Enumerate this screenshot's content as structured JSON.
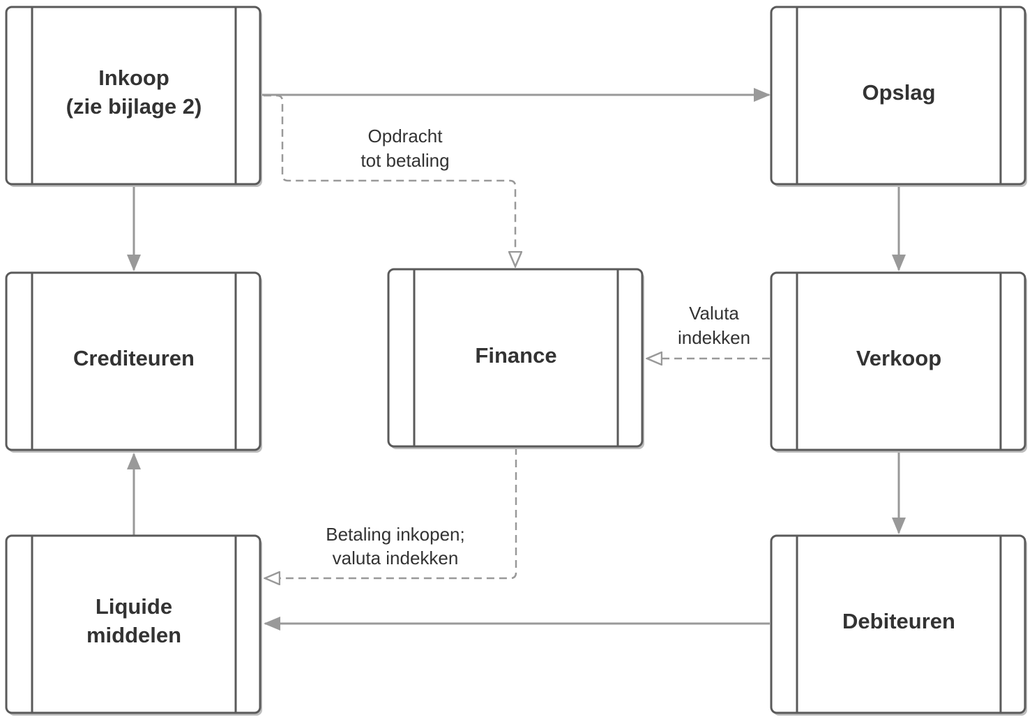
{
  "nodes": {
    "inkoop": {
      "line1": "Inkoop",
      "line2": "(zie bijlage 2)"
    },
    "opslag": {
      "label": "Opslag"
    },
    "crediteuren": {
      "label": "Crediteuren"
    },
    "finance": {
      "label": "Finance"
    },
    "verkoop": {
      "label": "Verkoop"
    },
    "liquide": {
      "line1": "Liquide",
      "line2": "middelen"
    },
    "debiteuren": {
      "label": "Debiteuren"
    }
  },
  "edges": {
    "opdracht": {
      "line1": "Opdracht",
      "line2": "tot betaling"
    },
    "valuta": {
      "line1": "Valuta",
      "line2": "indekken"
    },
    "betaling": {
      "line1": "Betaling inkopen;",
      "line2": "valuta indekken"
    }
  },
  "colors": {
    "box_border": "#5a5a5a",
    "arrow": "#999999",
    "text": "#333333",
    "shadow": "#bdbdbd"
  }
}
